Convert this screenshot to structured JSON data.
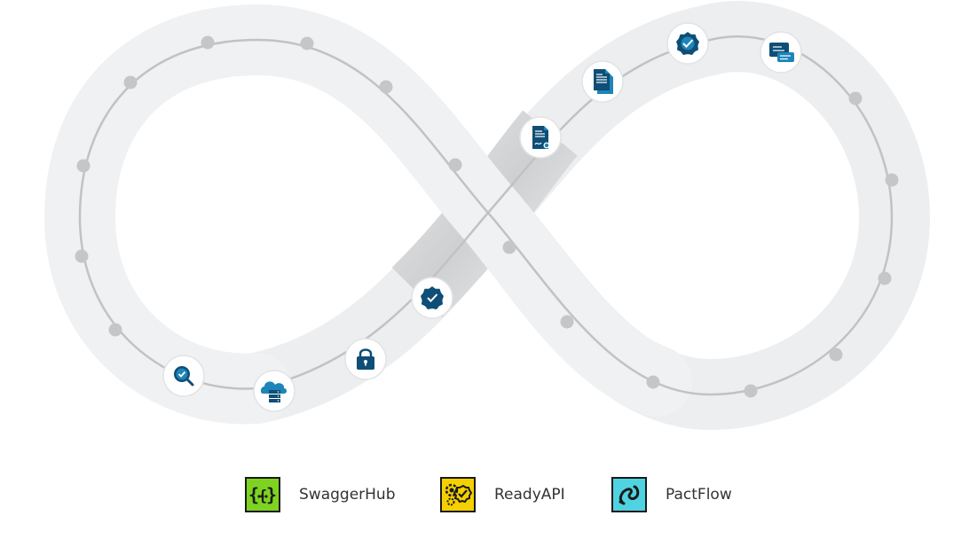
{
  "diagram": {
    "stations": [
      {
        "icon": "inspect-icon"
      },
      {
        "icon": "cloud-server-icon"
      },
      {
        "icon": "lock-icon"
      },
      {
        "icon": "verified-badge-icon"
      },
      {
        "icon": "document-signed-icon"
      },
      {
        "icon": "document-icon"
      },
      {
        "icon": "verified-badge-icon"
      },
      {
        "icon": "api-terminal-icon"
      }
    ]
  },
  "legend": [
    {
      "label": "SwaggerHub",
      "icon": "swaggerhub-logo-icon",
      "color": "#7ED321"
    },
    {
      "label": "ReadyAPI",
      "icon": "readyapi-logo-icon",
      "color": "#F5D000"
    },
    {
      "label": "PactFlow",
      "icon": "pactflow-logo-icon",
      "color": "#4FD3E0"
    }
  ],
  "colors": {
    "band": "#EFF1F3",
    "band_shadow": "#D9DADC",
    "track": "#C2C2C2",
    "node": "#C6C6C6",
    "icon_dark": "#0E4E77",
    "icon_light": "#1D85B8"
  }
}
